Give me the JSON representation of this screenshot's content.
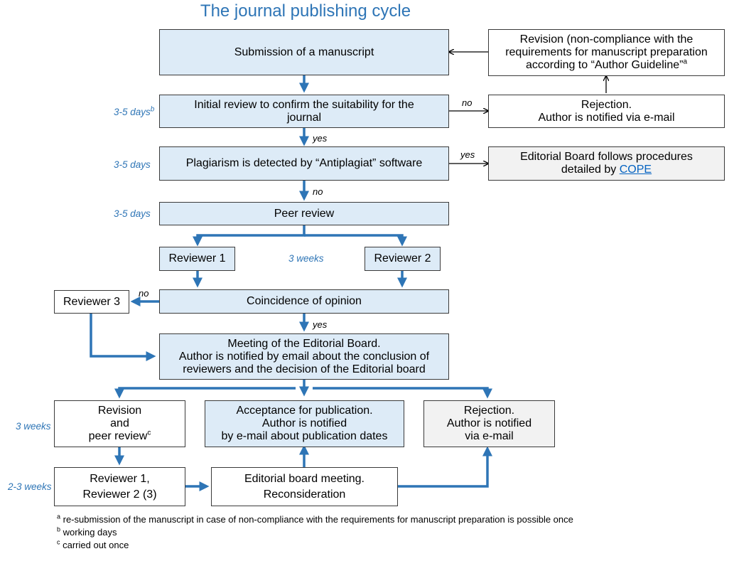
{
  "title": "The journal publishing cycle",
  "boxes": {
    "submission": "Submission of a manuscript",
    "revision_top": "Revision (non-compliance with the requirements for manuscript preparation according to “Author Guideline”",
    "revision_top_sup": "a",
    "initial_review": "Initial review to confirm the suitability for the journal",
    "rejection_top_1": "Rejection.",
    "rejection_top_2": "Author is notified via e-mail",
    "plagiarism": "Plagiarism  is detected by “Antiplagiat” software",
    "cope_text": "Editorial Board follows procedures detailed by",
    "cope_link": "COPE",
    "peer_review": "Peer review",
    "reviewer1": "Reviewer 1",
    "reviewer2": "Reviewer 2",
    "reviewer3": "Reviewer 3",
    "coincidence": "Coincidence of opinion",
    "meeting_1": "Meeting of the Editorial Board.",
    "meeting_2": "Author is notified by email about the conclusion of reviewers and the decision of the Editorial board",
    "revision_bottom_1": "Revision",
    "revision_bottom_2": "and",
    "revision_bottom_3": "peer review",
    "revision_bottom_sup": "c",
    "acceptance_1": "Acceptance for publication.",
    "acceptance_2": "Author is notified",
    "acceptance_3": "by e-mail about publication dates",
    "rejection_bottom_1": "Rejection.",
    "rejection_bottom_2": "Author is notified",
    "rejection_bottom_3": "via e-mail",
    "reviewers_again_1": "Reviewer 1,",
    "reviewers_again_2": "Reviewer 2 (3)",
    "reconsideration_1": "Editorial board meeting.",
    "reconsideration_2": "Reconsideration"
  },
  "times": {
    "initial": "3-5 days",
    "initial_sup": "b",
    "plagiarism": "3-5 days",
    "peer": "3-5 days",
    "reviewers": "3 weeks",
    "revision": "3 weeks",
    "rereview": "2-3 weeks"
  },
  "labels": {
    "no_initial": "no",
    "yes_initial": "yes",
    "yes_plagiarism": "yes",
    "no_plagiarism": "no",
    "no_coincidence": "no",
    "yes_coincidence": "yes"
  },
  "footnotes": [
    {
      "mark": "a",
      "text": " re-submission of the manuscript in case of non-compliance with the requirements for manuscript preparation is possible once"
    },
    {
      "mark": "b",
      "text": " working days"
    },
    {
      "mark": "c",
      "text": " carried out once"
    }
  ],
  "colors": {
    "title": "#2E75B6",
    "arrow_blue": "#2E75B6",
    "box_blue": "#DDEBF7",
    "box_gray": "#F2F2F2",
    "link": "#0563C1"
  }
}
